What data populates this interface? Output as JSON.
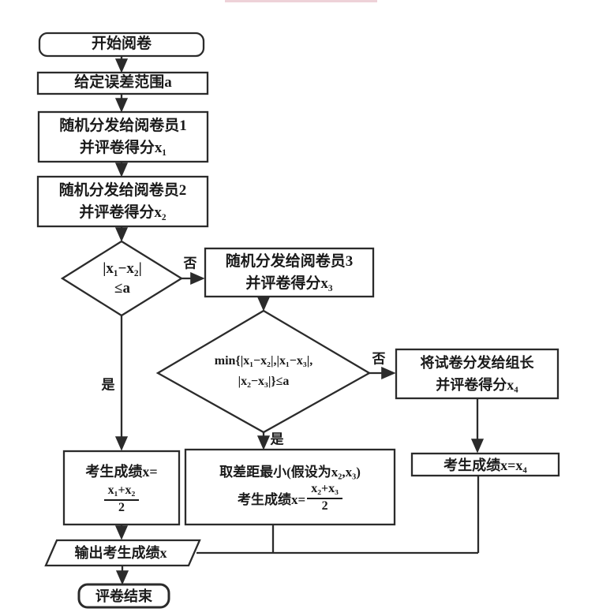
{
  "colors": {
    "ink": "#2b2b2b",
    "text": "#1a1a1a",
    "background": "#ffffff",
    "scan_line_pink": "#eed2d8"
  },
  "nodes": {
    "start": {
      "label": "开始阅卷"
    },
    "set_range": {
      "label": "给定误差范围a"
    },
    "grader1": {
      "line1": "随机分发给阅卷员1",
      "line2": "并评卷得分x₁"
    },
    "grader2": {
      "line1": "随机分发给阅卷员2",
      "line2": "并评卷得分x₂"
    },
    "decision1": {
      "line1": "|x₁−x₂|",
      "line2": "≤a",
      "yes": "是",
      "no": "否"
    },
    "grader3": {
      "line1": "随机分发给阅卷员3",
      "line2": "并评卷得分x₃"
    },
    "decision2": {
      "line1": "min{|x₁−x₂|,|x₁−x₃|,",
      "line2": "|x₂−x₃|}≤a",
      "yes": "是",
      "no": "否"
    },
    "leader": {
      "line1": "将试卷分发给组长",
      "line2": "并评卷得分x₄"
    },
    "score_avg12": {
      "prefix": "考生成绩x=",
      "numerator": "x₁+x₂",
      "denominator": "2"
    },
    "score_min_pair": {
      "line1": "取差距最小(假设为x₂,x₃)",
      "prefix": "考生成绩x=",
      "numerator": "x₂+x₃",
      "denominator": "2"
    },
    "score_x4": {
      "label": "考生成绩x=x₄"
    },
    "output": {
      "label": "输出考生成绩x"
    },
    "end": {
      "label": "评卷结束"
    }
  }
}
